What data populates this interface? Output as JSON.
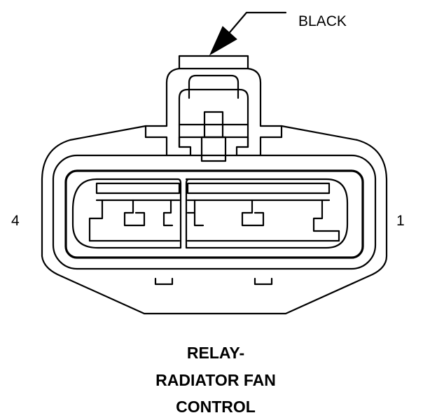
{
  "callout": {
    "label": "BLACK"
  },
  "pins": {
    "left": "4",
    "right": "1"
  },
  "caption": {
    "line1": "RELAY-",
    "line2": "RADIATOR FAN",
    "line3": "CONTROL"
  },
  "colors": {
    "ink": "#000000",
    "background": "#ffffff"
  }
}
